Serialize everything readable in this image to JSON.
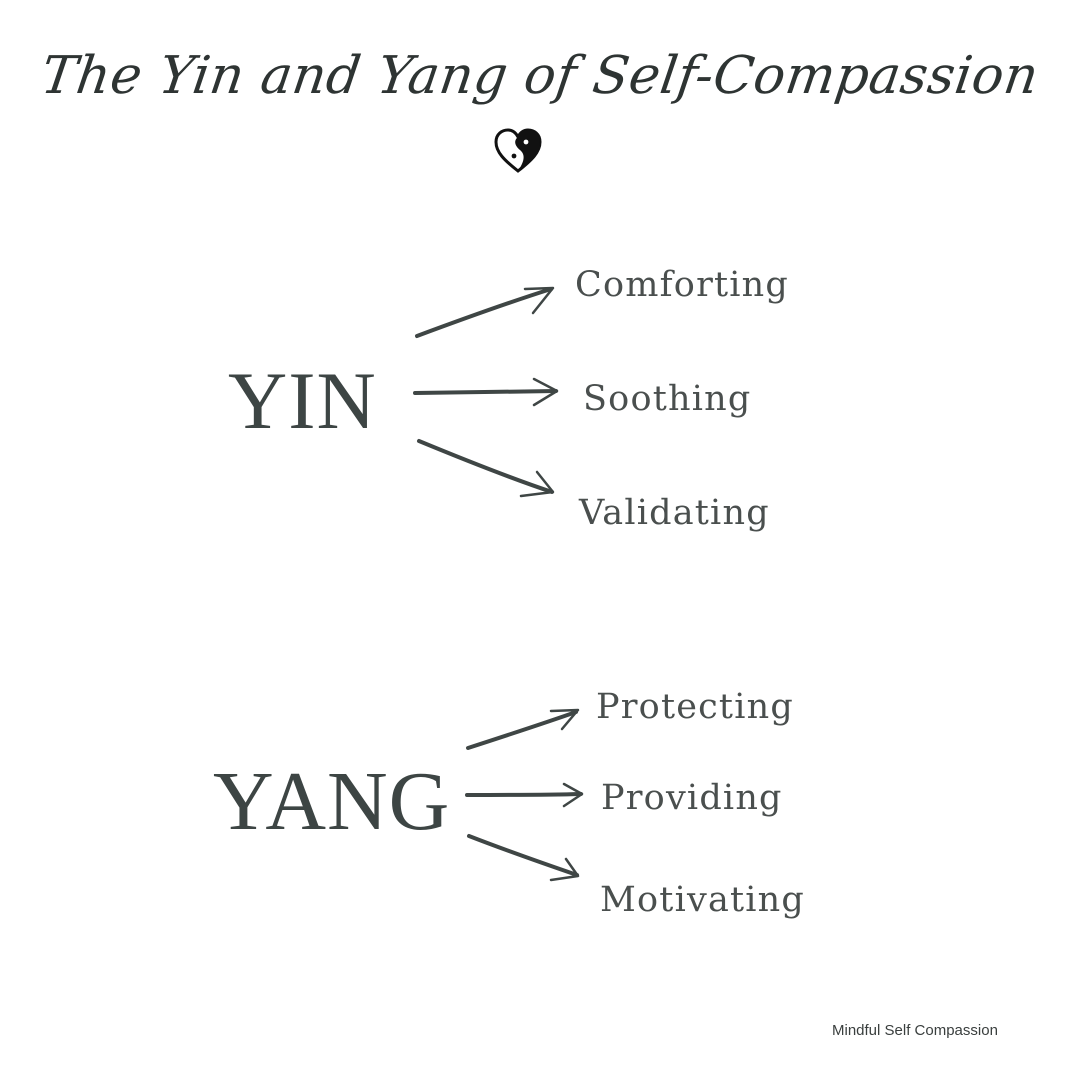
{
  "title": "The Yin and Yang of Self-Compassion",
  "heart_icon": "yin-yang-heart-icon",
  "colors": {
    "text": "#3d4544",
    "arrow": "#3f4645",
    "background": "#ffffff"
  },
  "yin": {
    "label": "YIN",
    "items": [
      "Comforting",
      "Soothing",
      "Validating"
    ]
  },
  "yang": {
    "label": "YANG",
    "items": [
      "Protecting",
      "Providing",
      "Motivating"
    ]
  },
  "footer": "Mindful Self Compassion"
}
